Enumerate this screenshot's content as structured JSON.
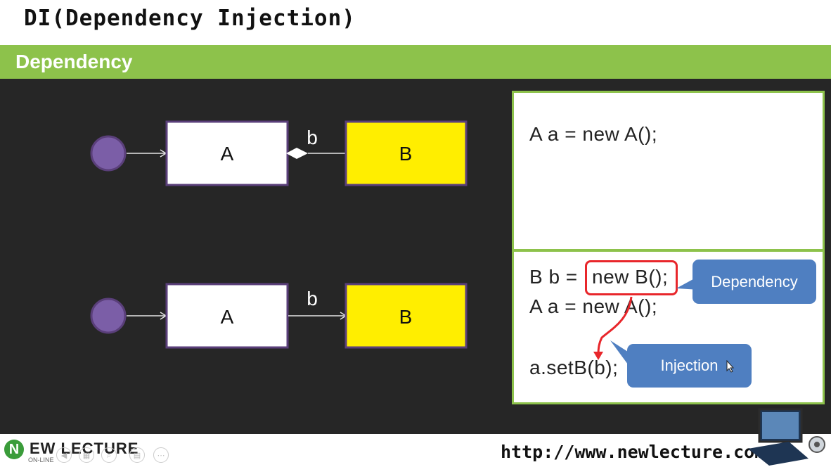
{
  "title": "DI(Dependency Injection)",
  "section": "Dependency",
  "diagram": {
    "top": {
      "box_a": "A",
      "box_b": "B",
      "link_label": "b"
    },
    "bottom": {
      "box_a": "A",
      "box_b": "B",
      "link_label": "b"
    }
  },
  "panel_top": {
    "code_line1": "A a = new A();"
  },
  "panel_bottom": {
    "code_prefix": "B b = ",
    "code_highlight": "new B();",
    "code_line2": "A a = new A();",
    "code_line3": "a.setB(b);",
    "callout_dependency": "Dependency",
    "callout_injection": "Injection"
  },
  "footer": {
    "logo_letter": "N",
    "logo_text": "EW LECTURE",
    "logo_sub": "ON-LINE",
    "url": "http://www.newlecture.com"
  },
  "colors": {
    "band": "#8dc24b",
    "stage": "#262626",
    "box_b_fill": "#ffee00",
    "box_border": "#5a3f7a",
    "actor_fill": "#7b5ea7",
    "callout": "#4f7fc1",
    "highlight": "#e8262b"
  }
}
